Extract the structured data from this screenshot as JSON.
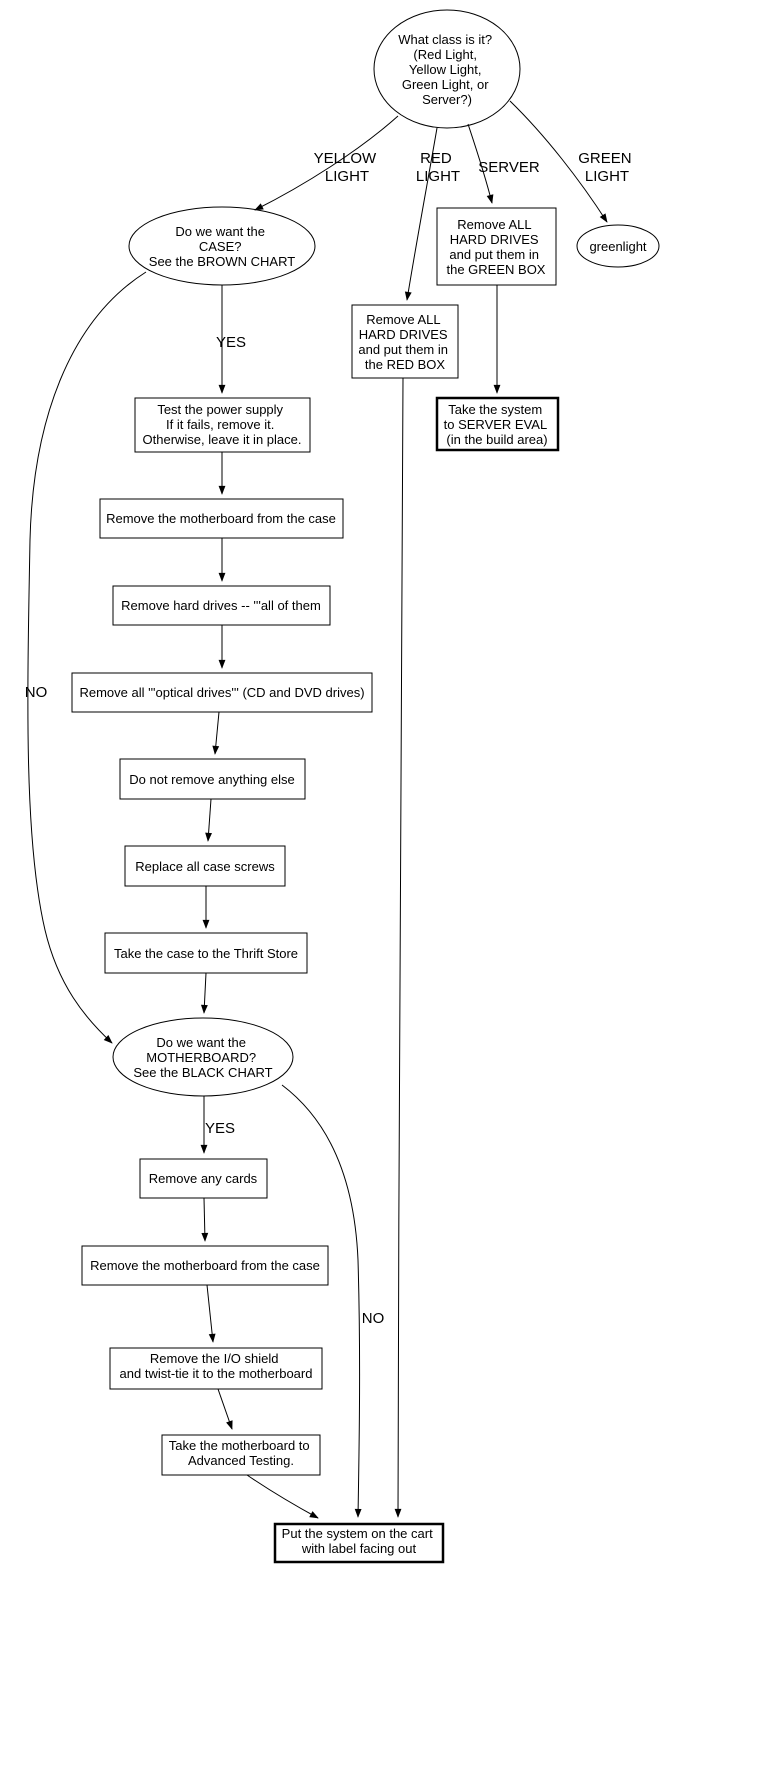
{
  "flowchart": {
    "background": "#ffffff",
    "stroke_color": "#000000",
    "nodes": {
      "start": {
        "shape": "ellipse",
        "lines": [
          "What class is it?",
          "(Red Light,",
          "Yellow Light,",
          "Green Light, or",
          "Server?)"
        ]
      },
      "case_question": {
        "shape": "ellipse",
        "lines": [
          "Do we want the",
          "CASE?",
          "See the BROWN CHART"
        ]
      },
      "green_box": {
        "shape": "box",
        "lines": [
          "Remove ALL",
          "HARD DRIVES",
          "and put them in",
          "the GREEN BOX"
        ]
      },
      "greenlight": {
        "shape": "ellipse",
        "lines": [
          "greenlight"
        ]
      },
      "red_box": {
        "shape": "box",
        "lines": [
          "Remove ALL",
          "HARD DRIVES",
          "and put them in",
          "the RED BOX"
        ]
      },
      "server_eval": {
        "shape": "box-bold",
        "lines": [
          "Take the system",
          "to SERVER EVAL",
          "(in the build area)"
        ]
      },
      "power_supply": {
        "shape": "box",
        "lines": [
          "Test the power supply",
          "If it fails, remove it.",
          "Otherwise, leave it in place."
        ]
      },
      "remove_motherboard_case": {
        "shape": "box",
        "lines": [
          "Remove the motherboard from the case"
        ]
      },
      "remove_hard_drives": {
        "shape": "box",
        "lines": [
          "Remove hard drives -- '''all of them"
        ]
      },
      "remove_optical": {
        "shape": "box",
        "lines": [
          "Remove all '''optical drives''' (CD and DVD drives)"
        ]
      },
      "nothing_else": {
        "shape": "box",
        "lines": [
          "Do not remove anything else"
        ]
      },
      "case_screws": {
        "shape": "box",
        "lines": [
          "Replace all case screws"
        ]
      },
      "thrift_store": {
        "shape": "box",
        "lines": [
          "Take the case to the Thrift Store"
        ]
      },
      "motherboard_question": {
        "shape": "ellipse",
        "lines": [
          "Do we want the",
          "MOTHERBOARD?",
          "See the BLACK CHART"
        ]
      },
      "remove_cards": {
        "shape": "box",
        "lines": [
          "Remove any cards"
        ]
      },
      "remove_motherboard_case2": {
        "shape": "box",
        "lines": [
          "Remove the motherboard from the case"
        ]
      },
      "io_shield": {
        "shape": "box",
        "lines": [
          "Remove the I/O shield",
          "and twist-tie it to the motherboard"
        ]
      },
      "advanced_testing": {
        "shape": "box",
        "lines": [
          "Take the motherboard to",
          "Advanced Testing."
        ]
      },
      "cart": {
        "shape": "box-bold",
        "lines": [
          "Put the system on the cart",
          "with label facing out"
        ]
      }
    },
    "edge_labels": {
      "yellow_light": {
        "lines": [
          "YELLOW",
          "LIGHT"
        ]
      },
      "red_light": {
        "lines": [
          "RED",
          "LIGHT"
        ]
      },
      "server": {
        "lines": [
          "SERVER"
        ]
      },
      "green_light": {
        "lines": [
          "GREEN",
          "LIGHT"
        ]
      },
      "case_yes": {
        "lines": [
          "YES"
        ]
      },
      "case_no": {
        "lines": [
          "NO"
        ]
      },
      "mb_yes": {
        "lines": [
          "YES"
        ]
      },
      "mb_no": {
        "lines": [
          "NO"
        ]
      }
    },
    "edges": [
      {
        "from": "start",
        "to": "case_question",
        "label": "YELLOW LIGHT"
      },
      {
        "from": "start",
        "to": "red_box",
        "label": "RED LIGHT"
      },
      {
        "from": "start",
        "to": "green_box",
        "label": "SERVER"
      },
      {
        "from": "start",
        "to": "greenlight",
        "label": "GREEN LIGHT"
      },
      {
        "from": "green_box",
        "to": "server_eval",
        "label": ""
      },
      {
        "from": "case_question",
        "to": "power_supply",
        "label": "YES"
      },
      {
        "from": "case_question",
        "to": "motherboard_question",
        "label": "NO"
      },
      {
        "from": "power_supply",
        "to": "remove_motherboard_case",
        "label": ""
      },
      {
        "from": "remove_motherboard_case",
        "to": "remove_hard_drives",
        "label": ""
      },
      {
        "from": "remove_hard_drives",
        "to": "remove_optical",
        "label": ""
      },
      {
        "from": "remove_optical",
        "to": "nothing_else",
        "label": ""
      },
      {
        "from": "nothing_else",
        "to": "case_screws",
        "label": ""
      },
      {
        "from": "case_screws",
        "to": "thrift_store",
        "label": ""
      },
      {
        "from": "thrift_store",
        "to": "motherboard_question",
        "label": ""
      },
      {
        "from": "motherboard_question",
        "to": "remove_cards",
        "label": "YES"
      },
      {
        "from": "motherboard_question",
        "to": "cart",
        "label": "NO"
      },
      {
        "from": "remove_cards",
        "to": "remove_motherboard_case2",
        "label": ""
      },
      {
        "from": "remove_motherboard_case2",
        "to": "io_shield",
        "label": ""
      },
      {
        "from": "io_shield",
        "to": "advanced_testing",
        "label": ""
      },
      {
        "from": "advanced_testing",
        "to": "cart",
        "label": ""
      },
      {
        "from": "red_box",
        "to": "cart",
        "label": ""
      }
    ]
  }
}
